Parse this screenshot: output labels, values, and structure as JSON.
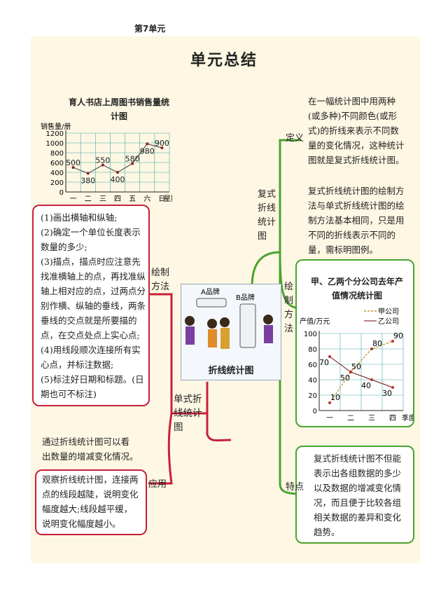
{
  "header": {
    "unit": "第7单元",
    "title": "单元总结"
  },
  "center": {
    "brand_a": "A品牌",
    "brand_b": "B品牌",
    "caption": "折线统计图"
  },
  "left": {
    "branch_single": "单式折线统计图",
    "draw_label": "绘制方法",
    "apply_label": "应用",
    "steps": [
      "(1)画出横轴和纵轴;",
      "(2)确定一个单位长度表示",
      "数量的多少;",
      "(3)描点，描点时应注意先",
      "找准横轴上的点，再找准纵",
      "轴上相对应的点，过两点分",
      "别作横、纵轴的垂线，两条",
      "垂线的交点就是所要描的",
      "点，在交点处点上实心点;",
      "(4)用线段顺次连接所有实",
      "心点，并标注数据;",
      "(5)标注好日期和标题。(日",
      "期也可不标注)"
    ],
    "apply_1": [
      "通过折线统计图可以看",
      "出数量的增减变化情况。"
    ],
    "apply_2": [
      "观察折线统计图，连接两",
      "点的线段越陡，说明变化",
      "幅度越大;线段越平缓，",
      "说明变化幅度越小。"
    ]
  },
  "right": {
    "branch_compound": "复式折线统计图",
    "def_label": "定义",
    "draw_label": "绘制方法",
    "feat_label": "特点",
    "definition": [
      "在一幅统计图中用两种",
      "(或多种)不同颜色(或形",
      "式)的折线来表示不同数",
      "量的变化情况，这种统计",
      "图就是复式折线统计图。"
    ],
    "draw_method": [
      "复式折线统计图的绘制方",
      "法与单式折线统计图的绘",
      "制方法基本相同，只是用",
      "不同的折线表示不同的",
      "量，需标明图例。"
    ],
    "features": [
      "复式折线统计图不但能",
      "表示出各组数据的多少",
      "以及数据的增减变化情",
      "况，而且便于比较各组",
      "相关数据的差异和变化",
      "趋势。"
    ]
  },
  "chart_data": [
    {
      "type": "line",
      "title": "育人书店上周图书销售量统计图",
      "ylabel": "销售量/册",
      "xlabel": "星期",
      "categories": [
        "一",
        "二",
        "三",
        "四",
        "五",
        "六",
        "日"
      ],
      "values": [
        500,
        380,
        550,
        400,
        580,
        980,
        900
      ],
      "yticks": [
        0,
        200,
        400,
        600,
        800,
        1000,
        1200
      ],
      "ylim": [
        0,
        1200
      ],
      "color": "#555555"
    },
    {
      "type": "line",
      "title": "甲、乙两个分公司去年产值情况统计图",
      "ylabel": "产值/万元",
      "xlabel": "季度",
      "categories": [
        "一",
        "二",
        "三",
        "四"
      ],
      "yticks": [
        0,
        20,
        40,
        60,
        80,
        100
      ],
      "ylim": [
        0,
        100
      ],
      "series": [
        {
          "name": "甲公司",
          "values": [
            10,
            50,
            80,
            90
          ],
          "style": "dashed",
          "color": "#b8860b"
        },
        {
          "name": "乙公司",
          "values": [
            70,
            50,
            40,
            30
          ],
          "style": "solid",
          "color": "#8b3a3a"
        }
      ],
      "labels": [
        [
          "10",
          "50",
          "80",
          "90"
        ],
        [
          "70",
          "50",
          "40",
          "30"
        ]
      ]
    }
  ]
}
